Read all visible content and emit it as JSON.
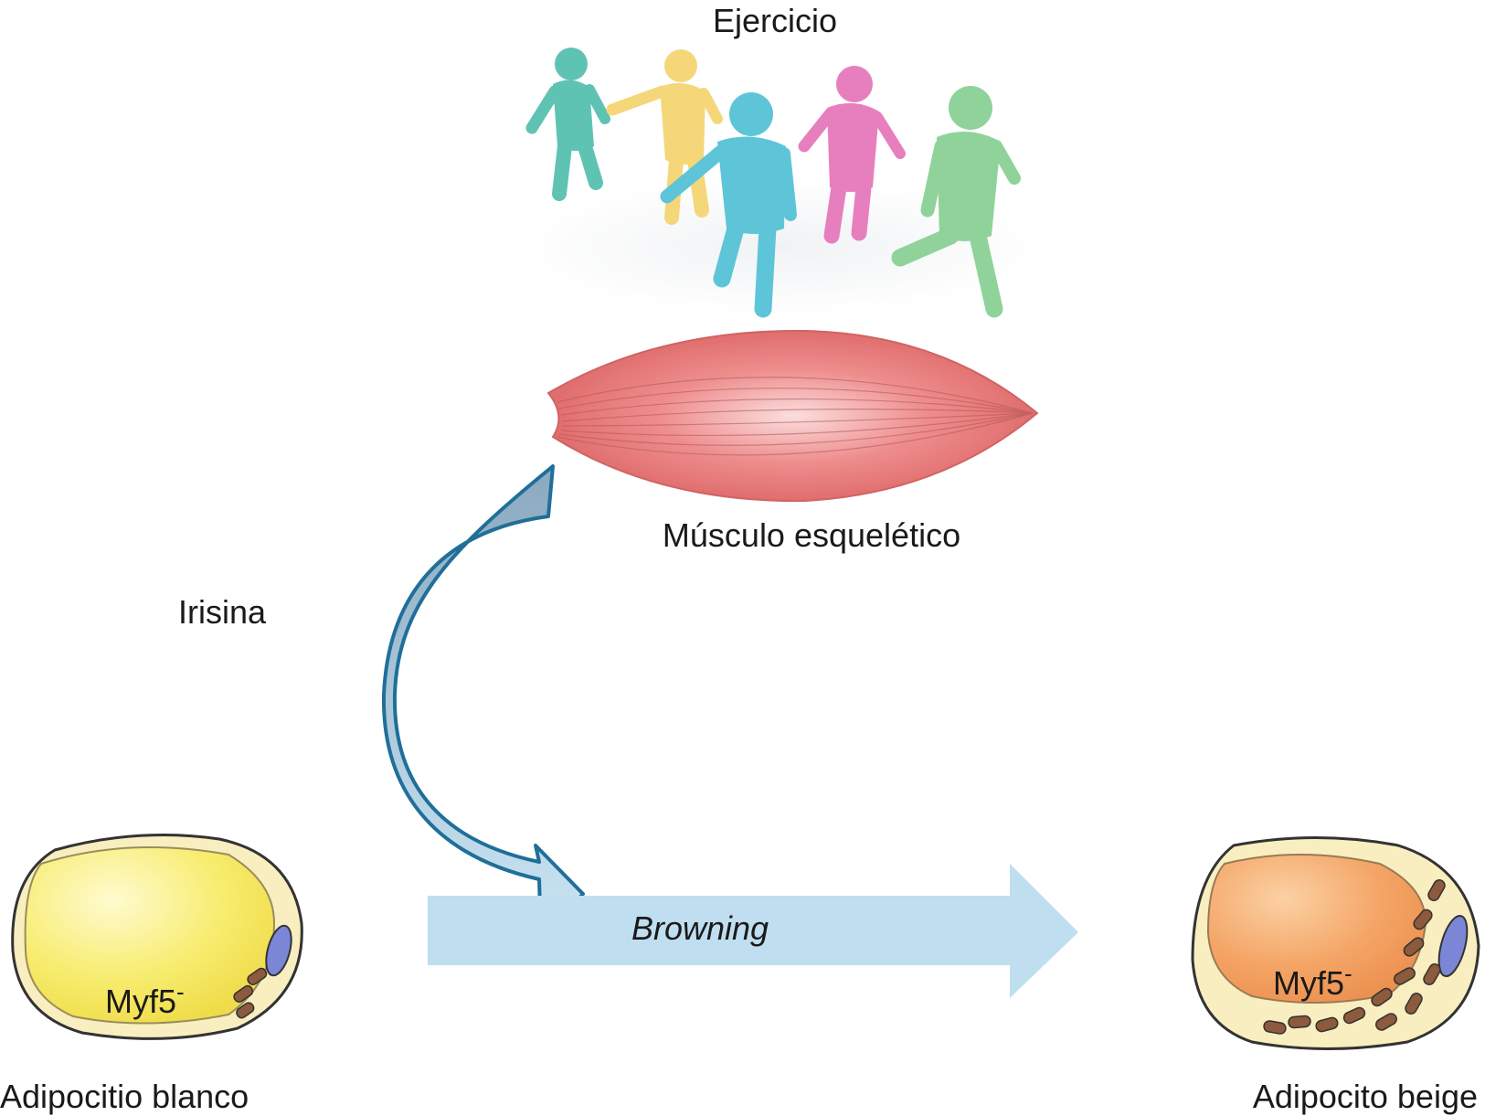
{
  "labels": {
    "ejercicio": "Ejercicio",
    "musculo": "Músculo esquelético",
    "irisina": "Irisina",
    "browning": "Browning",
    "myf5_white": "Myf5",
    "myf5_beige": "Myf5",
    "minus_sign": "-",
    "adipocito_blanco": "Adipocitio blanco",
    "adipocito_beige": "Adipocito beige"
  },
  "colors": {
    "runner_teal": "#5fc3b4",
    "runner_yellow": "#f5d77a",
    "runner_cyan": "#5ec5d8",
    "runner_pink": "#e77fbf",
    "runner_green": "#8fd39b",
    "muscle": "#e87878",
    "muscle_fiber": "#b85a5a",
    "arrow_curve_fill_top": "#8aaac0",
    "arrow_curve_fill_bottom": "#c6e3f2",
    "arrow_curve_stroke": "#1f6f99",
    "browning_arrow": "#bfdef0",
    "white_fat": "#f7ec6e",
    "beige_fat": "#f4a566",
    "cytoplasm": "#f8eec0",
    "nucleus": "#7b86d6",
    "mitochondria": "#8c5a3c"
  },
  "icons": [
    "running-people-illustration",
    "muscle-illustration",
    "curved-arrow",
    "straight-arrow",
    "white-adipocyte-cell",
    "beige-adipocyte-cell"
  ]
}
